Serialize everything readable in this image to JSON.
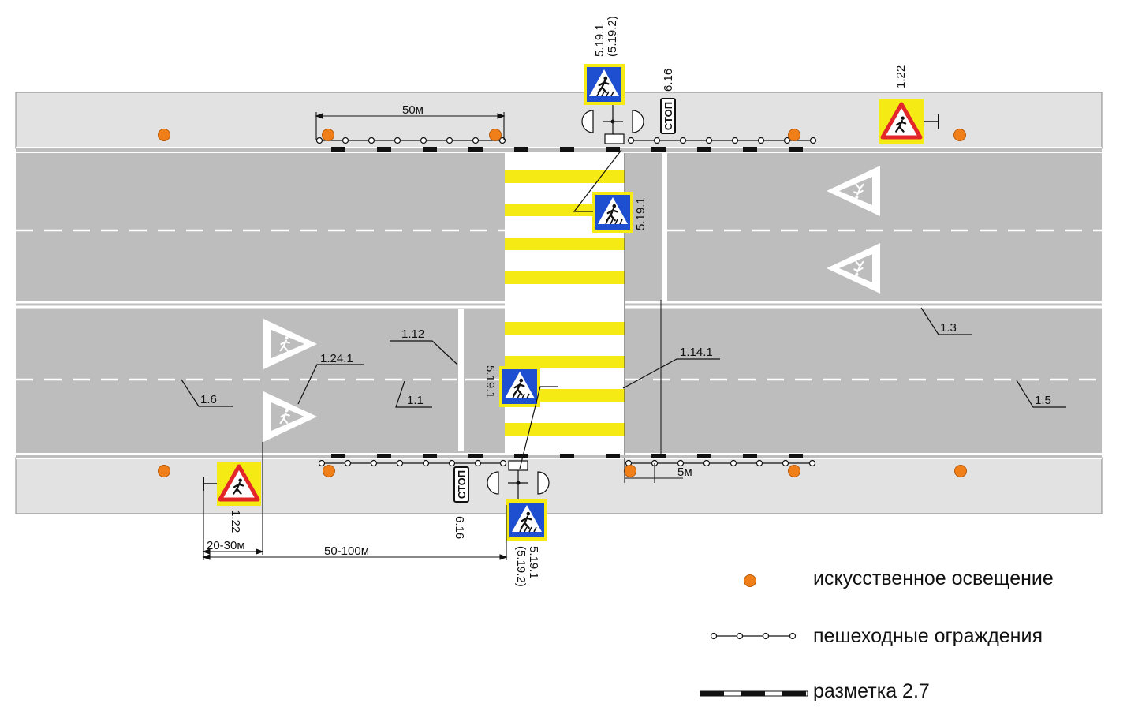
{
  "signs": {
    "crosswalk": "5.19.1",
    "crosswalk_alt": "(5.19.2)",
    "warning": "1.22",
    "stop_plate_code": "6.16",
    "stop_text": "СТОП"
  },
  "markings": {
    "m1_1": "1.1",
    "m1_3": "1.3",
    "m1_5": "1.5",
    "m1_6": "1.6",
    "m1_12": "1.12",
    "m1_14_1": "1.14.1",
    "m1_24_1": "1.24.1"
  },
  "dimensions": {
    "fence_len": "50м",
    "offset_5m": "5м",
    "dist_20_30": "20-30м",
    "dist_50_100": "50-100м"
  },
  "legend": {
    "lighting": "искусственное освещение",
    "fences": "пешеходные ограждения",
    "marking27": "разметка 2.7"
  },
  "colors": {
    "road": "#bdbdbd",
    "sidewalk": "#e2e2e2",
    "crosswalk_yellow": "#f5ea14",
    "light": "#f07f1a",
    "sign_blue": "#1f4fd1",
    "sign_yellow": "#f5ea14",
    "sign_red": "#e3262a"
  }
}
